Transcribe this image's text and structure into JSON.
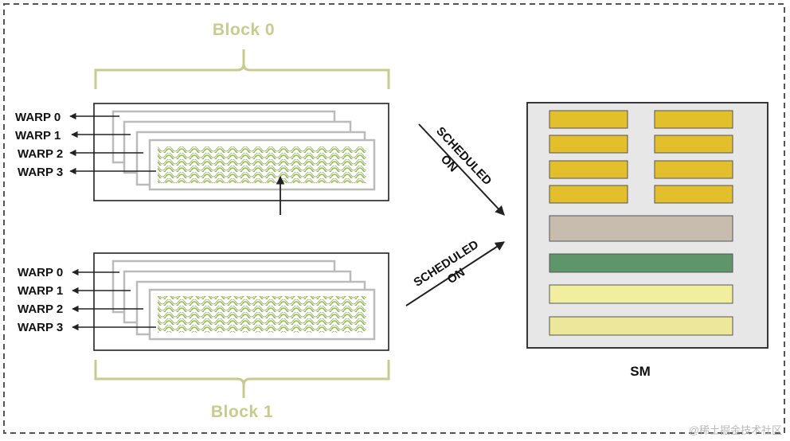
{
  "blocks": [
    {
      "title": "Block 0",
      "warps": [
        "WARP 0",
        "WARP 1",
        "WARP 2",
        "WARP 3"
      ]
    },
    {
      "title": "Block 1",
      "warps": [
        "WARP 0",
        "WARP 1",
        "WARP 2",
        "WARP 3"
      ]
    }
  ],
  "scheduled": {
    "line1": "SCHEDULED",
    "line2": "ON"
  },
  "sm": {
    "label": "SM",
    "core_color": "#e3bf2c",
    "bar_colors": [
      "#c8bcae",
      "#5e9569",
      "#f2eea0",
      "#ede899"
    ]
  },
  "colors": {
    "border_dashed": "#555555",
    "brace": "#c7cb8e",
    "thread_wave": "#8cbf3a",
    "sm_background": "#e7e7e7"
  },
  "watermark": "@稀土掘金技术社区"
}
